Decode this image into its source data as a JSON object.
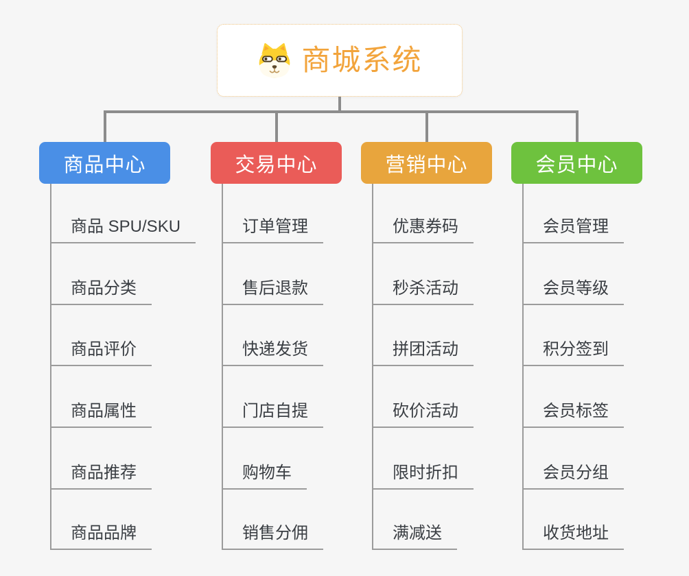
{
  "canvas": {
    "background": "#f6f6f6"
  },
  "root": {
    "title": "商城系统",
    "icon": "dog-icon",
    "text_color": "#f2a43c",
    "border_color": "#efc27e",
    "fill_color": "#ffffff"
  },
  "connectors": {
    "trunk_color": "#8c8c8c",
    "leaf_line_color": "#9b9b9b"
  },
  "branches": [
    {
      "label": "商品中心",
      "color": "#4a8fe6",
      "items": [
        "商品 SPU/SKU",
        "商品分类",
        "商品评价",
        "商品属性",
        "商品推荐",
        "商品品牌"
      ]
    },
    {
      "label": "交易中心",
      "color": "#ea5c58",
      "items": [
        "订单管理",
        "售后退款",
        "快递发货",
        "门店自提",
        "购物车",
        "销售分佣"
      ]
    },
    {
      "label": "营销中心",
      "color": "#e8a53d",
      "items": [
        "优惠券码",
        "秒杀活动",
        "拼团活动",
        "砍价活动",
        "限时折扣",
        "满减送"
      ]
    },
    {
      "label": "会员中心",
      "color": "#6ec23e",
      "items": [
        "会员管理",
        "会员等级",
        "积分签到",
        "会员标签",
        "会员分组",
        "收货地址"
      ]
    }
  ],
  "leaf_text_color": "#3a3e43"
}
